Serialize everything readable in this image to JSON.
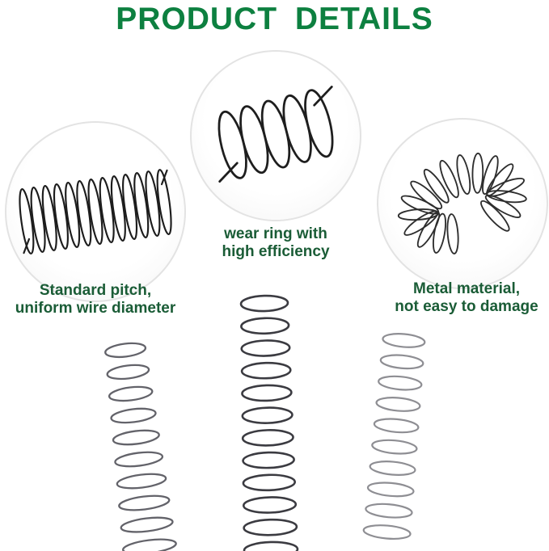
{
  "title": "PRODUCT DETAILS",
  "features": [
    {
      "line1": "Standard pitch,",
      "line2": "uniform wire diameter"
    },
    {
      "line1": "wear ring with",
      "line2": "high efficiency"
    },
    {
      "line1": "Metal material,",
      "line2": "not easy to damage"
    }
  ],
  "colors": {
    "title_green": "#0d8040",
    "caption_green": "#1a5c36",
    "spring_dark": "#1d1d1d",
    "spring_gunmetal": "#3b3b41",
    "spring_gray": "#63636a",
    "spring_light_gray": "#8e8e93",
    "circle_border": "#e3e3e3"
  }
}
